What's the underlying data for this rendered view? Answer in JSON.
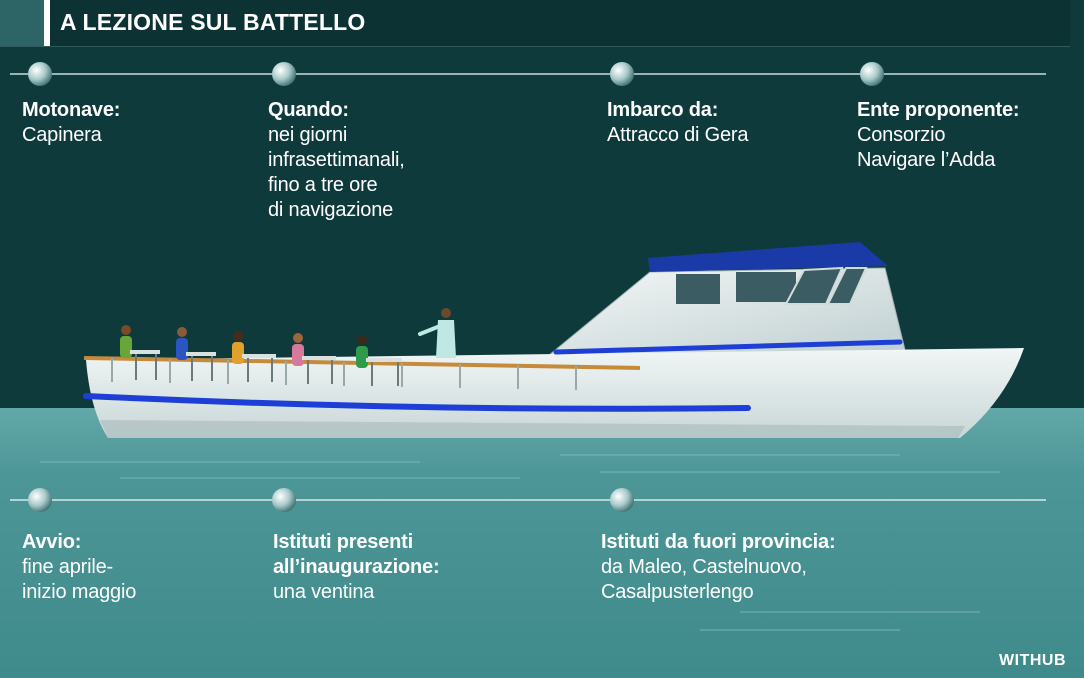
{
  "title": "A LEZIONE SUL BATTELLO",
  "info_top": [
    {
      "label": "Motonave",
      "value": "Capinera"
    },
    {
      "label": "Quando",
      "value": "nei giorni\ninfrasettimanali,\nfino a tre ore\ndi navigazione"
    },
    {
      "label": "Imbarco da",
      "value": "Attracco di Gera"
    },
    {
      "label": "Ente proponente",
      "value": "Consorzio\nNavigare l’Adda"
    }
  ],
  "info_bottom": [
    {
      "label": "Avvio",
      "value": "fine aprile-\ninizio maggio"
    },
    {
      "label": "Istituti presenti\nall’inaugurazione",
      "value": "una ventina"
    },
    {
      "label": "Istituti da fuori provincia",
      "value": "da Maleo, Castelnuovo,\nCasalpusterlengo"
    }
  ],
  "brand": "WITHUB",
  "colors": {
    "background": "#0f3a3c",
    "water": "#4a9596",
    "hull": "#e3ecec",
    "stripe": "#1d3fd6",
    "roof": "#1a3aa8",
    "railing": "#c58a3a"
  }
}
